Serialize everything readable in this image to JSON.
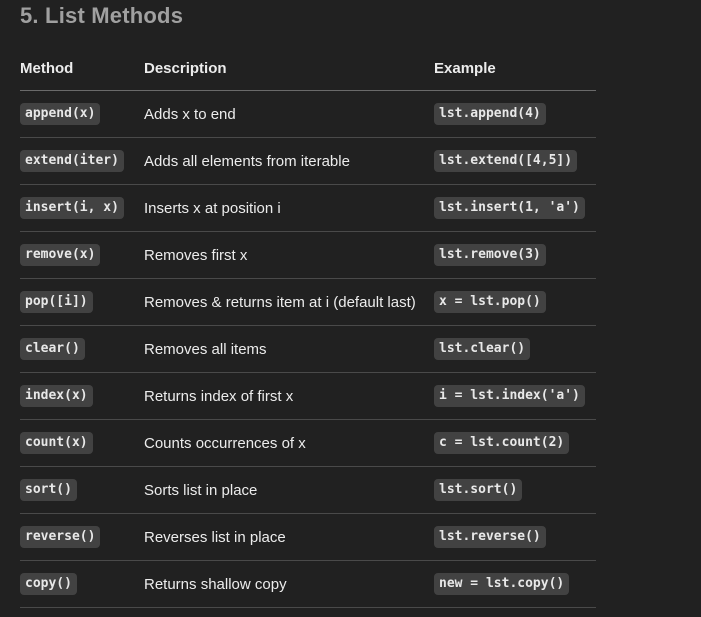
{
  "section": {
    "title": "5. List Methods"
  },
  "table": {
    "headers": [
      "Method",
      "Description",
      "Example"
    ],
    "rows": [
      {
        "method": "append(x)",
        "description": "Adds x to end",
        "example": "lst.append(4)"
      },
      {
        "method": "extend(iter)",
        "description": "Adds all elements from iterable",
        "example": "lst.extend([4,5])"
      },
      {
        "method": "insert(i, x)",
        "description": "Inserts x at position i",
        "example": "lst.insert(1, 'a')"
      },
      {
        "method": "remove(x)",
        "description": "Removes first x",
        "example": "lst.remove(3)"
      },
      {
        "method": "pop([i])",
        "description": "Removes & returns item at i (default last)",
        "example": "x = lst.pop()"
      },
      {
        "method": "clear()",
        "description": "Removes all items",
        "example": "lst.clear()"
      },
      {
        "method": "index(x)",
        "description": "Returns index of first x",
        "example": "i = lst.index('a')"
      },
      {
        "method": "count(x)",
        "description": "Counts occurrences of x",
        "example": "c = lst.count(2)"
      },
      {
        "method": "sort()",
        "description": "Sorts list in place",
        "example": "lst.sort()"
      },
      {
        "method": "reverse()",
        "description": "Reverses list in place",
        "example": "lst.reverse()"
      },
      {
        "method": "copy()",
        "description": "Returns shallow copy",
        "example": "new = lst.copy()"
      }
    ]
  }
}
